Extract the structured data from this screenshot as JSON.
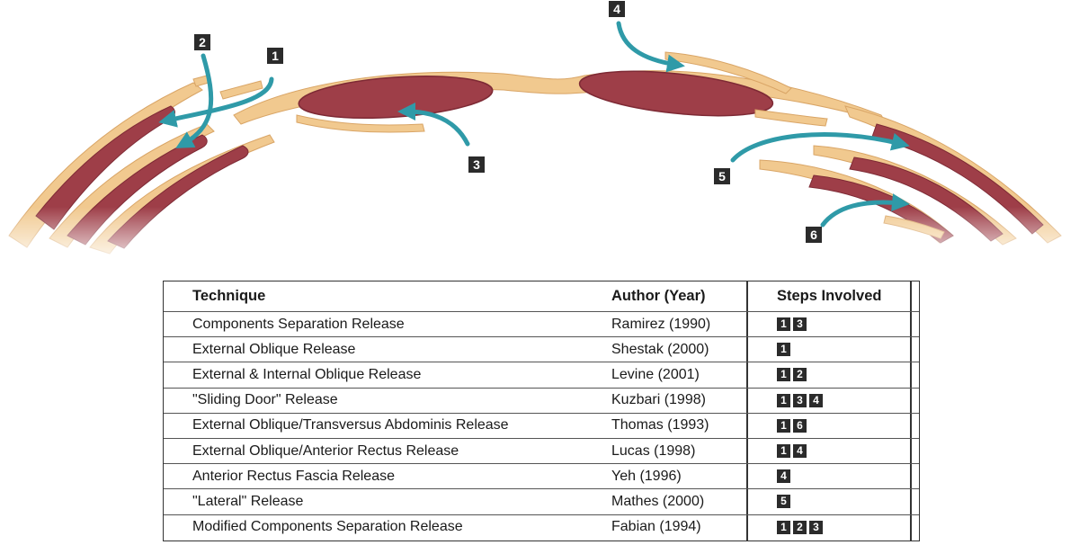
{
  "illustration": {
    "step_labels": [
      {
        "id": "1",
        "label": "1"
      },
      {
        "id": "2",
        "label": "2"
      },
      {
        "id": "3",
        "label": "3"
      },
      {
        "id": "4",
        "label": "4"
      },
      {
        "id": "5",
        "label": "5"
      },
      {
        "id": "6",
        "label": "6"
      }
    ],
    "colors": {
      "muscle": "#9e3e48",
      "muscle_dark": "#7e2a35",
      "fascia": "#f1c98f",
      "fascia_edge": "#d9a566",
      "arrow": "#2f9aa8",
      "badge": "#2b2b2b"
    }
  },
  "table": {
    "headers": {
      "technique": "Technique",
      "author": "Author (Year)",
      "steps": "Steps Involved"
    },
    "rows": [
      {
        "technique": "Components Separation Release",
        "author": "Ramirez (1990)",
        "steps": [
          "1",
          "3"
        ]
      },
      {
        "technique": "External Oblique Release",
        "author": "Shestak (2000)",
        "steps": [
          "1"
        ]
      },
      {
        "technique": "External & Internal Oblique Release",
        "author": "Levine (2001)",
        "steps": [
          "1",
          "2"
        ]
      },
      {
        "technique": "\"Sliding Door\" Release",
        "author": "Kuzbari (1998)",
        "steps": [
          "1",
          "3",
          "4"
        ]
      },
      {
        "technique": "External Oblique/Transversus Abdominis Release",
        "author": "Thomas (1993)",
        "steps": [
          "1",
          "6"
        ]
      },
      {
        "technique": "External Oblique/Anterior Rectus Release",
        "author": "Lucas (1998)",
        "steps": [
          "1",
          "4"
        ]
      },
      {
        "technique": "Anterior Rectus Fascia Release",
        "author": "Yeh (1996)",
        "steps": [
          "4"
        ]
      },
      {
        "technique": "\"Lateral\" Release",
        "author": "Mathes (2000)",
        "steps": [
          "5"
        ]
      },
      {
        "technique": "Modified Components Separation Release",
        "author": "Fabian (1994)",
        "steps": [
          "1",
          "2",
          "3"
        ]
      }
    ]
  }
}
